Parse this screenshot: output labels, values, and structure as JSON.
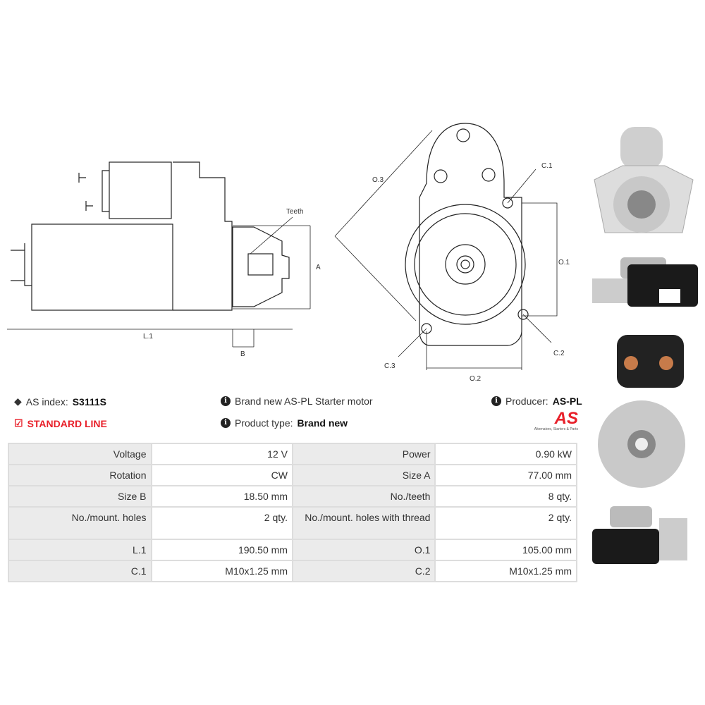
{
  "drawing": {
    "side": {
      "teeth": "Teeth",
      "a": "A",
      "b": "B",
      "l1": "L.1"
    },
    "front": {
      "o1": "O.1",
      "o2": "O.2",
      "o3": "O.3",
      "c1": "C.1",
      "c2": "C.2",
      "c3": "C.3"
    }
  },
  "info": {
    "as_index_label": "AS index:",
    "as_index_value": "S3111S",
    "line": "STANDARD LINE",
    "description": "Brand new AS-PL Starter motor",
    "product_type_label": "Product type:",
    "product_type_value": "Brand new",
    "producer_label": "Producer:",
    "producer_value": "AS-PL",
    "logo_text": "AS",
    "logo_tagline": "Alternators, Starters & Parts"
  },
  "specs": [
    [
      "Voltage",
      "12 V",
      "Power",
      "0.90 kW"
    ],
    [
      "Rotation",
      "CW",
      "Size A",
      "77.00 mm"
    ],
    [
      "Size B",
      "18.50 mm",
      "No./teeth",
      "8 qty."
    ],
    [
      "No./mount. holes",
      "2 qty.",
      "No./mount. holes with thread",
      "2 qty."
    ],
    [
      "L.1",
      "190.50 mm",
      "O.1",
      "105.00 mm"
    ],
    [
      "C.1",
      "M10x1.25 mm",
      "C.2",
      "M10x1.25 mm"
    ]
  ],
  "colors": {
    "accent": "#e8202a"
  }
}
